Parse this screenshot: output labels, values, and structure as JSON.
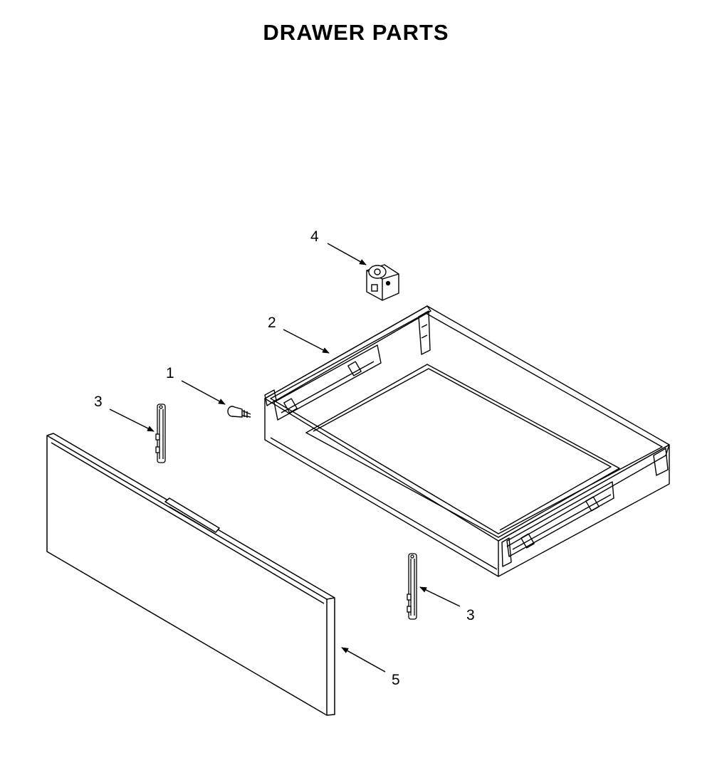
{
  "title": "DRAWER PARTS",
  "callouts": [
    {
      "id": "1",
      "label": "1"
    },
    {
      "id": "2",
      "label": "2"
    },
    {
      "id": "3a",
      "label": "3"
    },
    {
      "id": "3b",
      "label": "3"
    },
    {
      "id": "4",
      "label": "4"
    },
    {
      "id": "5",
      "label": "5"
    }
  ]
}
